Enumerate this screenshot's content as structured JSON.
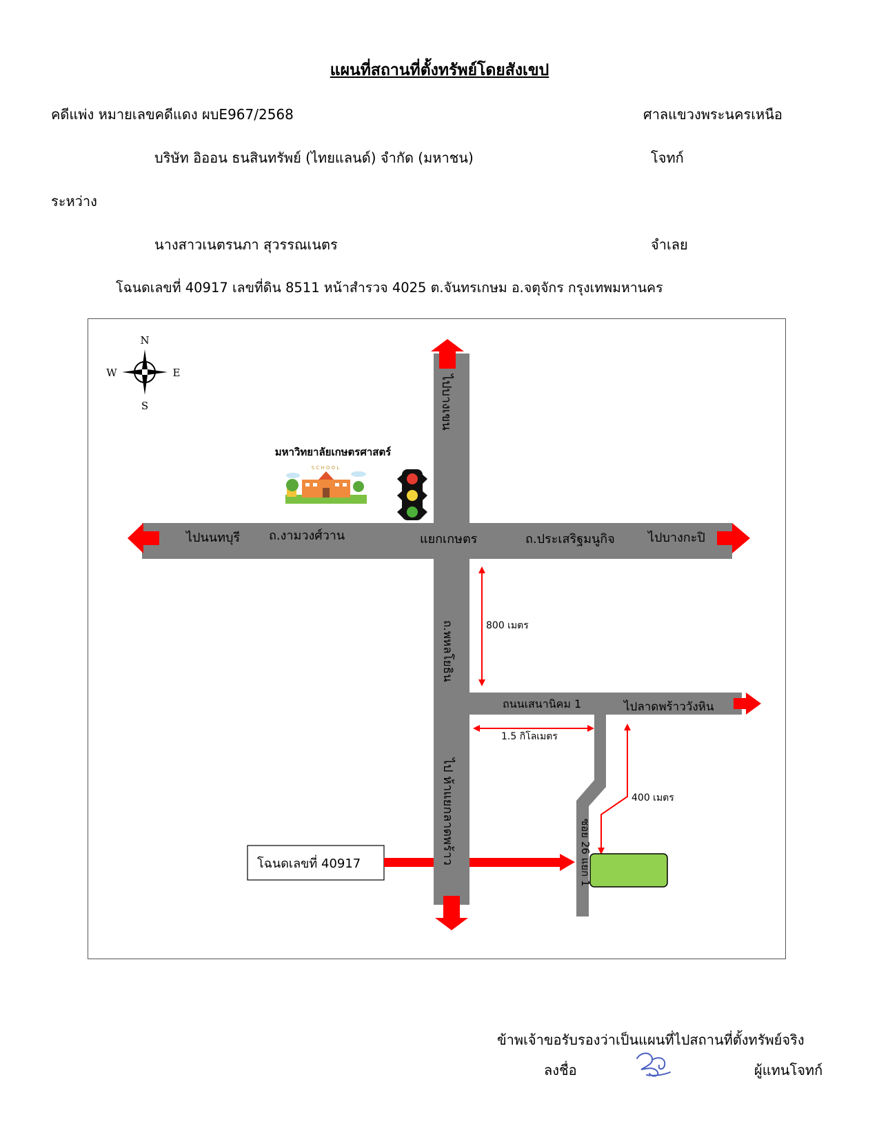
{
  "header": {
    "title": "แผนที่สถานที่ตั้งทรัพย์โดยสังเขป",
    "case_line": "คดีแพ่ง  หมายเลขคดีแดง  ผบE967/2568",
    "court": "ศาลแขวงพระนครเหนือ",
    "plaintiff_name": "บริษัท อิออน ธนสินทรัพย์ (ไทยแลนด์) จำกัด (มหาชน)",
    "plaintiff_role": "โจทก์",
    "between": "ระหว่าง",
    "defendant_name": "นางสาวเนตรนภา    สุวรรณเนตร",
    "defendant_role": "จำเลย",
    "deed_line": "โฉนดเลขที่  40917  เลขที่ดิน  8511  หน้าสำรวจ  4025   ต.จันทรเกษม   อ.จตุจักร   กรุงเทพมหานคร"
  },
  "map": {
    "compass": {
      "n": "N",
      "s": "S",
      "e": "E",
      "w": "W"
    },
    "landmark": {
      "label": "มหาวิทยาลัยเกษตรศาสตร์",
      "sign_text": "S C H O O L"
    },
    "roads": {
      "to_bangkhen": "ไปบางเขน",
      "to_nonthaburi": "ไปนนทบุรี",
      "ngamwongwan": "ถ.งามวงศ์วาน",
      "kaset_intersection": "แยกเกษตร",
      "prasert_manukit": "ถ.ประเสริฐมนูกิจ",
      "to_bangkapi": "ไปบางกะปิ",
      "phahonyothin": "ถ.พหลโยธิน",
      "to_ladphrao_intersection": "ไป ห้าแยกลาดพร้าว",
      "sena_nikhom": "ถนนเสนานิคม 1",
      "to_ladphrao_wanghin": "ไปลาดพร้าววังหิน",
      "soi": "ซอย 26 แยก 1"
    },
    "distances": {
      "d800": "800 เมตร",
      "d1500": "1.5 กิโลเมตร",
      "d400": "400 เมตร"
    },
    "deed_box": "โฉนดเลขที่ 40917",
    "colors": {
      "road": "#808080",
      "arrow": "#ff0000",
      "plot": "#92d050"
    },
    "icons": [
      "compass-rose-icon",
      "school-icon",
      "traffic-light-icon"
    ]
  },
  "footer": {
    "certify": "ข้าพเจ้าขอรับรองว่าเป็นแผนที่ไปสถานที่ตั้งทรัพย์จริง",
    "sign_label": "ลงชื่อ",
    "signer_role": "ผู้แทนโจทก์"
  }
}
